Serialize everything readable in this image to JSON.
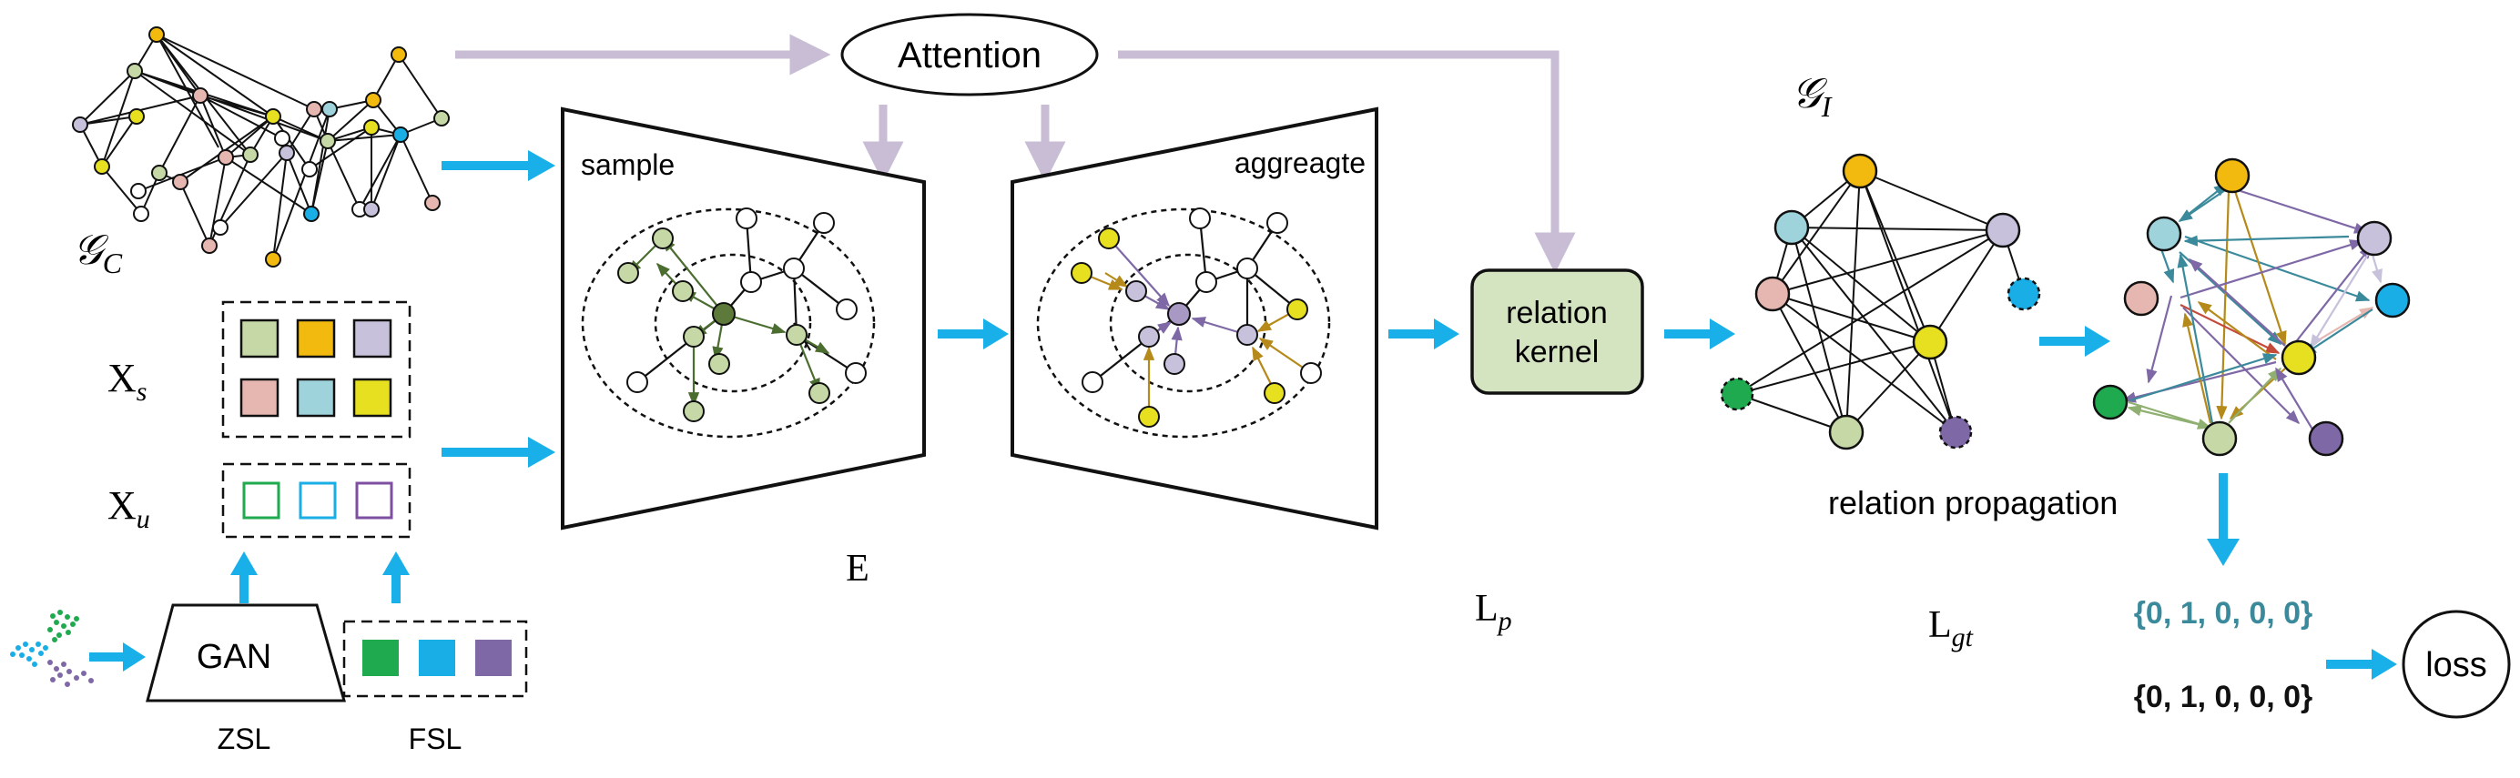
{
  "labels": {
    "attention": "Attention",
    "sample": "sample",
    "aggregate": "aggreagte",
    "relation_kernel_line1": "relation",
    "relation_kernel_line2": "kernel",
    "relation_propagation": "relation propagation",
    "gan": "GAN",
    "zsl": "ZSL",
    "fsl": "FSL",
    "loss": "loss",
    "gt_vector": "{0, 1, 0, 0, 0}",
    "pred_vector": "{0, 1, 0, 0, 0}",
    "graph_c_main": "𝒢",
    "graph_c_sub": "C",
    "graph_i_main": "𝒢",
    "graph_i_sub": "I",
    "xs_main": "X",
    "xs_sub": "s",
    "xu_main": "X",
    "xu_sub": "u",
    "e": "E",
    "lp_main": "L",
    "lp_sub": "p",
    "lgt_main": "L",
    "lgt_sub": "gt"
  },
  "colors": {
    "arrow_blue": "#19b0ea",
    "arrow_purple": "#c9bdd6",
    "kernel_fill": "#d5e4c0",
    "gt_text": "#3b8a9c",
    "node_yellow": "#f2ba0f",
    "node_lightblue": "#9fd3dc",
    "node_pink": "#e6b7b0",
    "node_lavender": "#c8c1dc",
    "node_cyan": "#19aee6",
    "node_green": "#1faa4f",
    "node_sage": "#c5d8a6",
    "node_darkpurple": "#7e68a5",
    "node_lime": "#e6e020"
  },
  "seen_features": [
    "#c5d8a6",
    "#f2ba0f",
    "#c8c1dc",
    "#e6b7b0",
    "#9fd3dc",
    "#e6e020"
  ],
  "unseen_features": [
    "#1faa4f",
    "#19aee6",
    "#7e4fa0"
  ],
  "fsl_features": [
    "#1faa4f",
    "#19aee6",
    "#7e68a5"
  ]
}
